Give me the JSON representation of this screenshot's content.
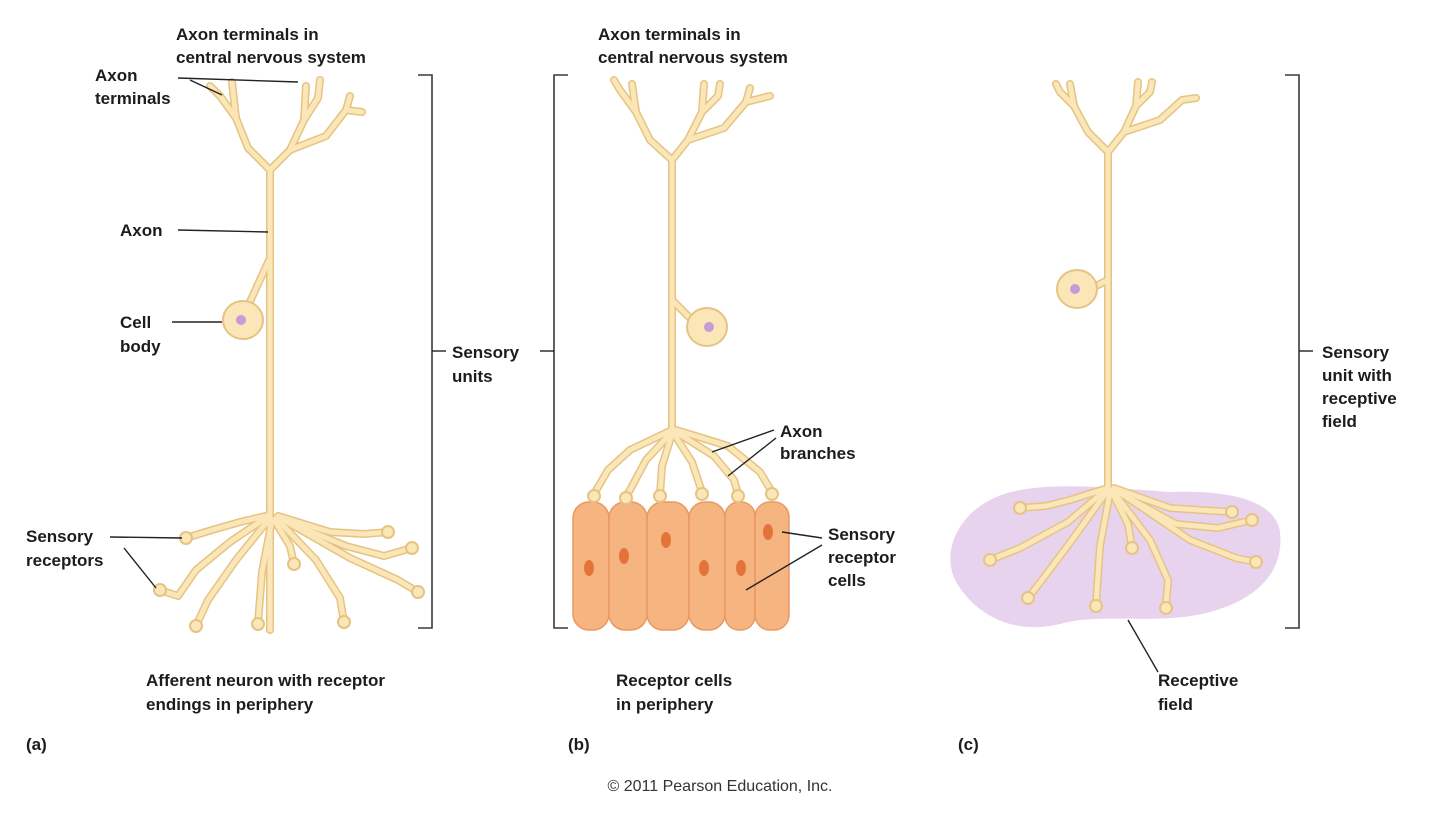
{
  "colors": {
    "neuron_fill": "#fbe6b8",
    "neuron_outline": "#e5c483",
    "nucleus": "#c79ad8",
    "receptor_cell": "#f6b480",
    "receptor_cell_nucleus": "#e2743a",
    "receptive_field": "#e8d3ee",
    "text": "#1c1c1c"
  },
  "panel_a": {
    "top_label": [
      "Axon terminals in",
      "central nervous system"
    ],
    "axon_terminals_label": [
      "Axon",
      "terminals"
    ],
    "axon_label": "Axon",
    "cell_body_label": [
      "Cell",
      "body"
    ],
    "sensory_receptors_label": [
      "Sensory",
      "receptors"
    ],
    "caption": [
      "Afferent neuron with receptor",
      "endings in periphery"
    ],
    "panel_letter": "(a)"
  },
  "bracket_ab_label": [
    "Sensory",
    "units"
  ],
  "panel_b": {
    "top_label": [
      "Axon terminals in",
      "central nervous system"
    ],
    "axon_branches_label": [
      "Axon",
      "branches"
    ],
    "sensory_receptor_cells_label": [
      "Sensory",
      "receptor",
      "cells"
    ],
    "caption": [
      "Receptor cells",
      "in periphery"
    ],
    "panel_letter": "(b)"
  },
  "panel_c": {
    "sensory_unit_label": [
      "Sensory",
      "unit with",
      "receptive",
      "field"
    ],
    "receptive_field_label": [
      "Receptive",
      "field"
    ],
    "panel_letter": "(c)"
  },
  "copyright": "© 2011 Pearson Education, Inc."
}
